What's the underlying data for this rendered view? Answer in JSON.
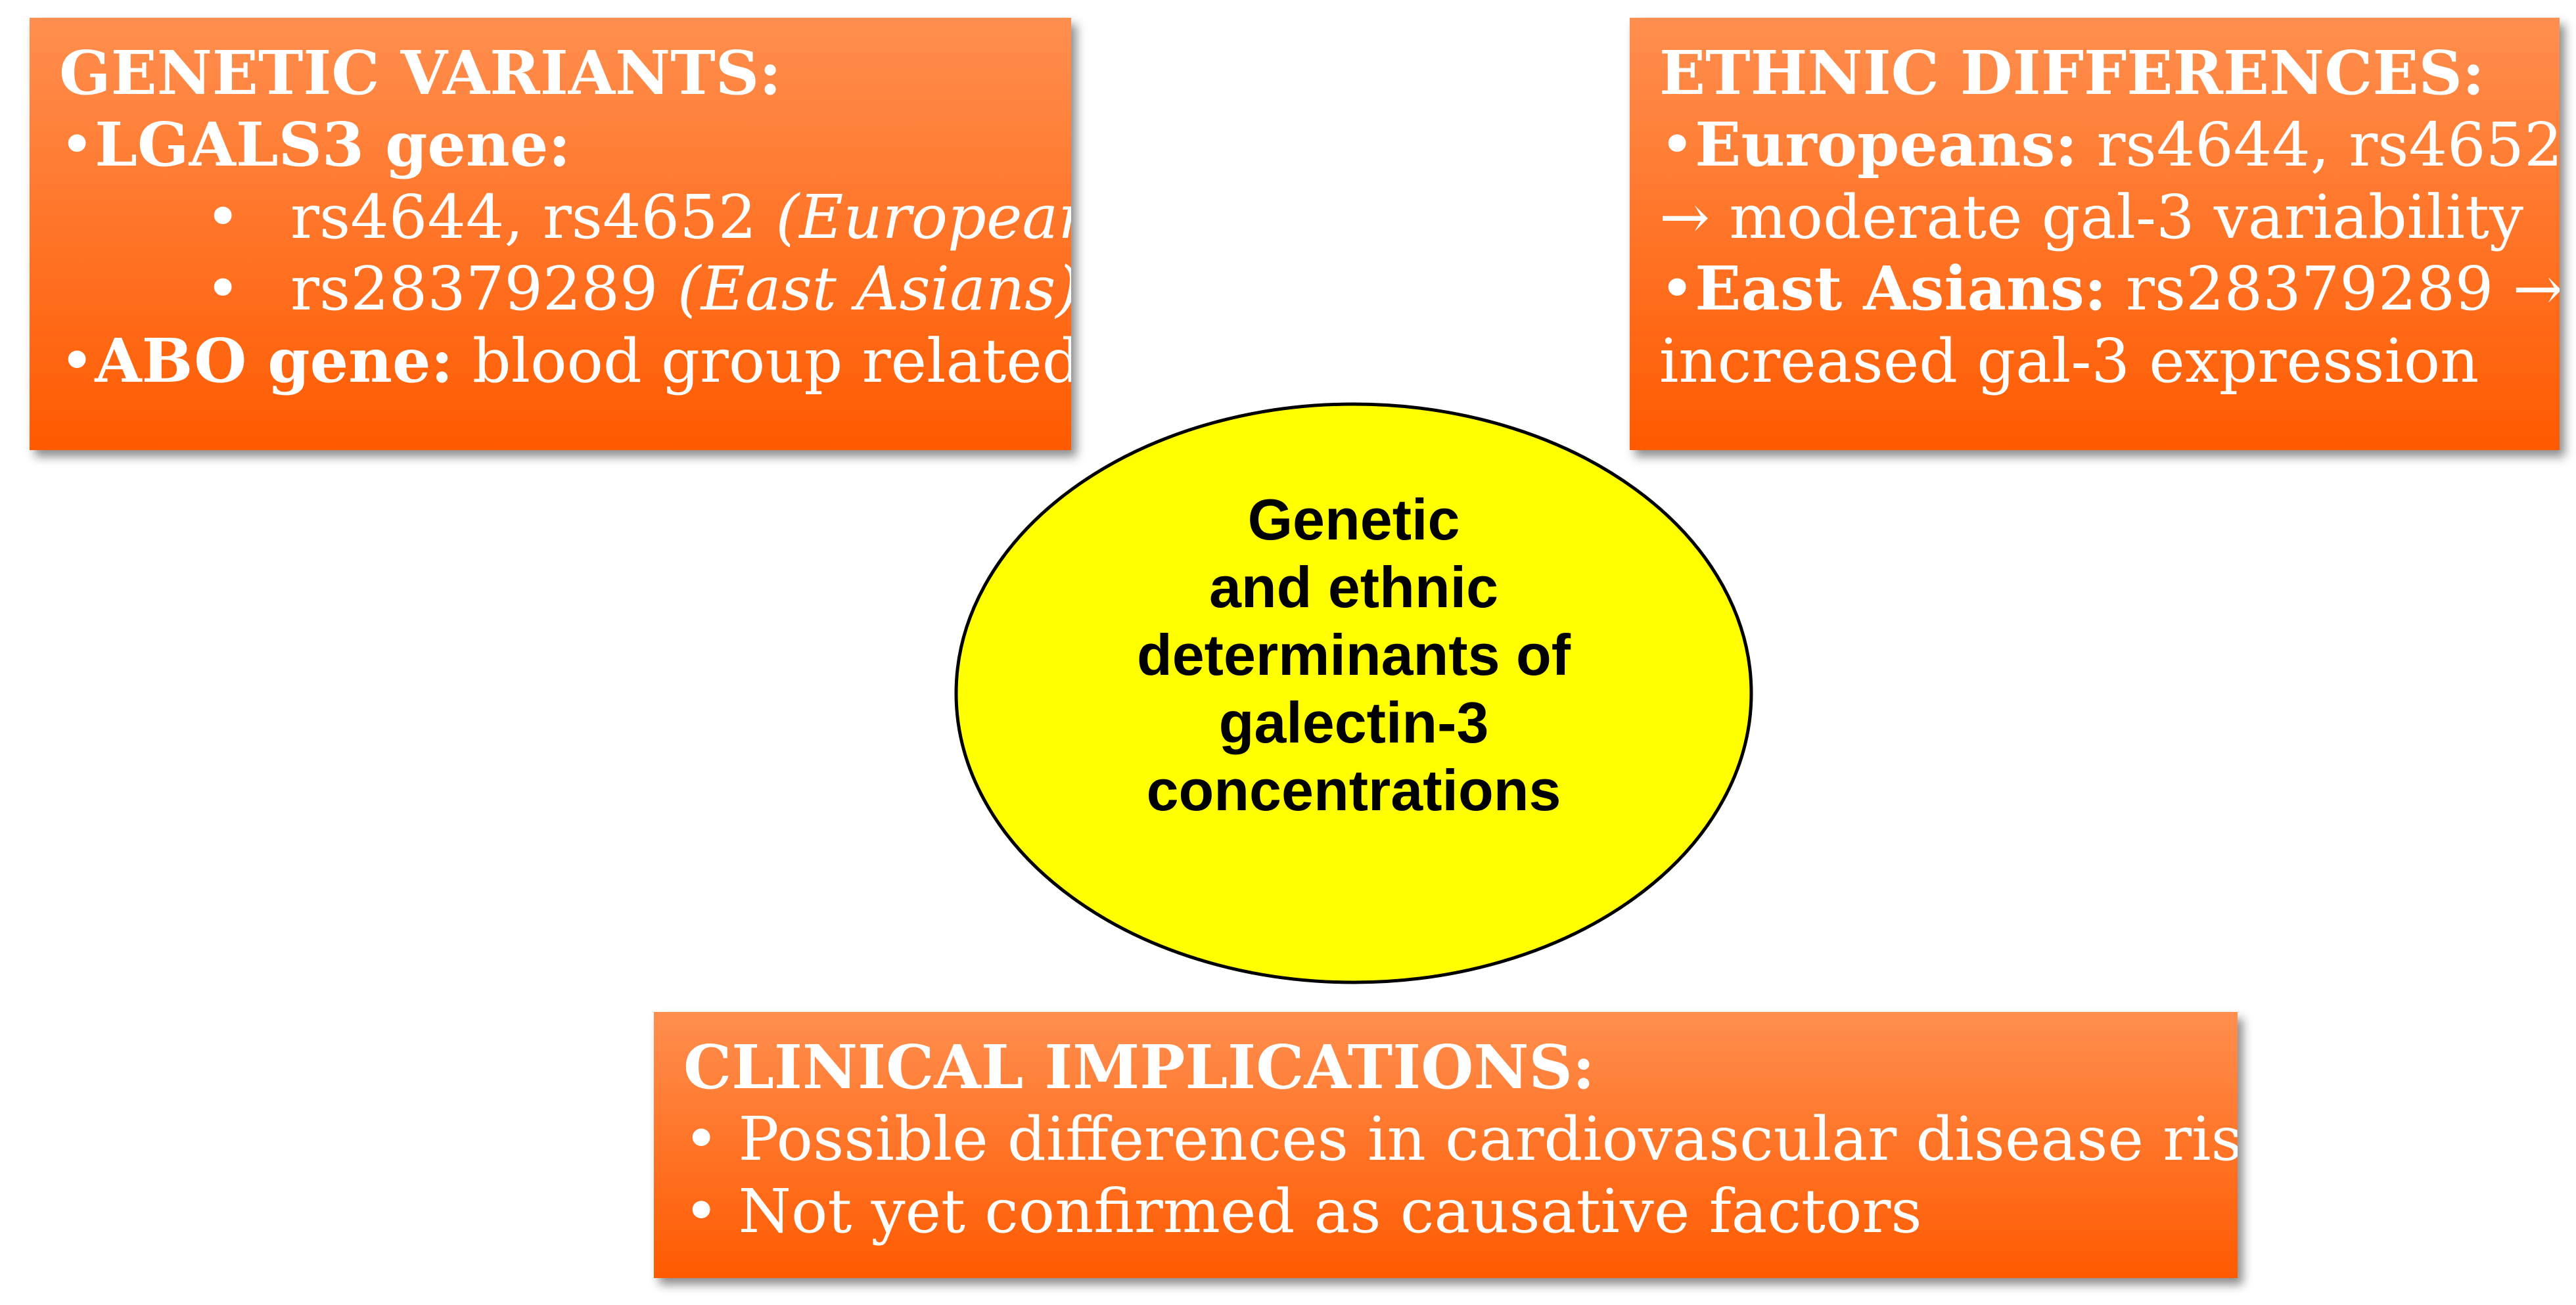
{
  "center": {
    "lines": [
      "Genetic",
      "and ethnic",
      "determinants of",
      "galectin-3",
      "concentrations"
    ],
    "fill": "#ffff00"
  },
  "genetic": {
    "title": "GENETIC VARIANTS:",
    "lgals3_bullet": "•",
    "lgals3_label": "LGALS3 gene:",
    "sub_bullet": "•",
    "item1_text": "rs4644, rs4652 ",
    "item1_group": "(Europeans)",
    "item2_text": "rs28379289 ",
    "item2_group": "(East Asians)",
    "abo_bullet": "•",
    "abo_label": "ABO gene:",
    "abo_text": " blood group related"
  },
  "ethnic": {
    "title": "ETHNIC DIFFERENCES:",
    "europeans_bullet": "•",
    "europeans_label": "Europeans:",
    "europeans_snps": " rs4644, rs4652",
    "europeans_effect": "→ moderate gal-3 variability",
    "asians_bullet": "•",
    "asians_label": "East Asians:",
    "asians_snps": " rs28379289 →",
    "asians_effect": "increased gal-3 expression"
  },
  "clinical": {
    "title": "CLINICAL IMPLICATIONS:",
    "items": [
      "• Possible differences in cardiovascular disease risk",
      "• Not yet confirmed as causative factors"
    ]
  },
  "colors": {
    "box_gradient_top": "#ff8f4f",
    "box_gradient_bottom": "#ff5a00",
    "box_text": "#ffffff",
    "center_fill": "#ffff00",
    "center_text": "#000000"
  }
}
